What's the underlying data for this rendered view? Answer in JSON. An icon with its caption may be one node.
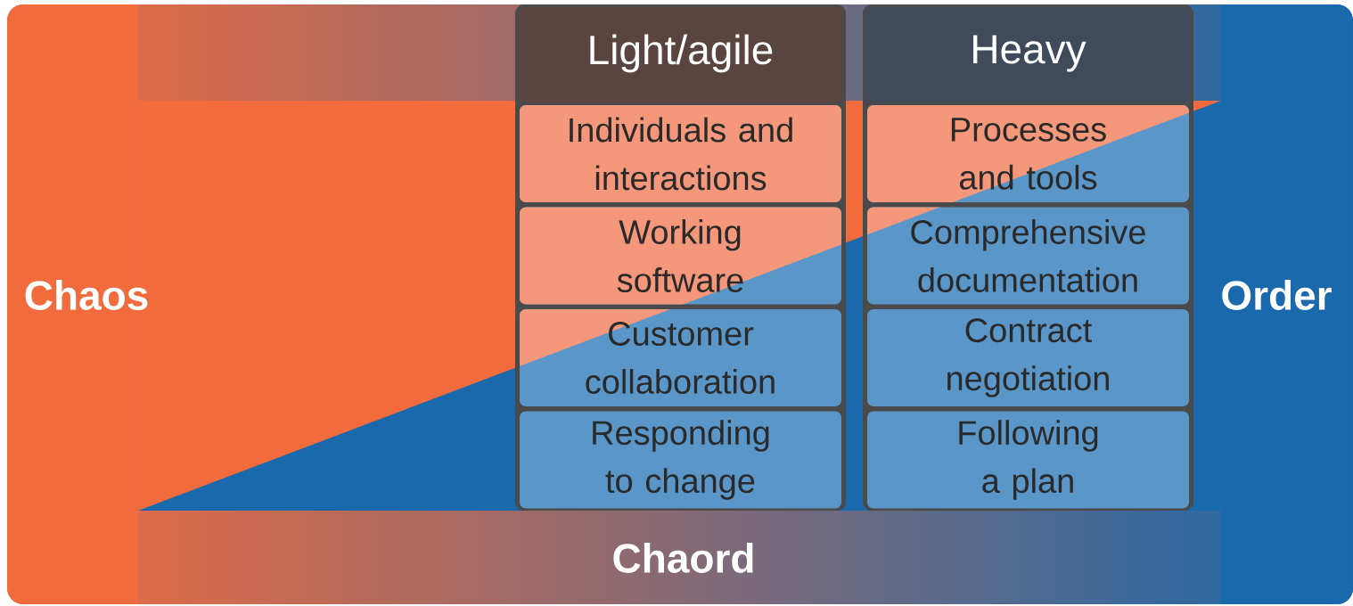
{
  "diagram": {
    "nodes": [
      {
        "text": [
          "Light/agile"
        ]
      },
      {
        "text": [
          "Heavy"
        ]
      },
      {
        "text": [
          "Individuals and interactions"
        ],
        "in": 0
      },
      {
        "text": [
          "Working software"
        ],
        "in": 0
      },
      {
        "text": [
          "Customer collaboration"
        ],
        "in": 0
      },
      {
        "text": [
          "Responding to change"
        ],
        "in": 0
      },
      {
        "text": [
          "Processes and tools"
        ],
        "in": 1
      },
      {
        "text": [
          "Comprehensive documentation"
        ],
        "in": 1
      },
      {
        "text": [
          "Contract negotiation"
        ],
        "in": 1
      },
      {
        "text": [
          "Following a plan"
        ],
        "in": 1
      }
    ],
    "labels": [
      "Chaos",
      "Order",
      "Chaord"
    ]
  }
}
